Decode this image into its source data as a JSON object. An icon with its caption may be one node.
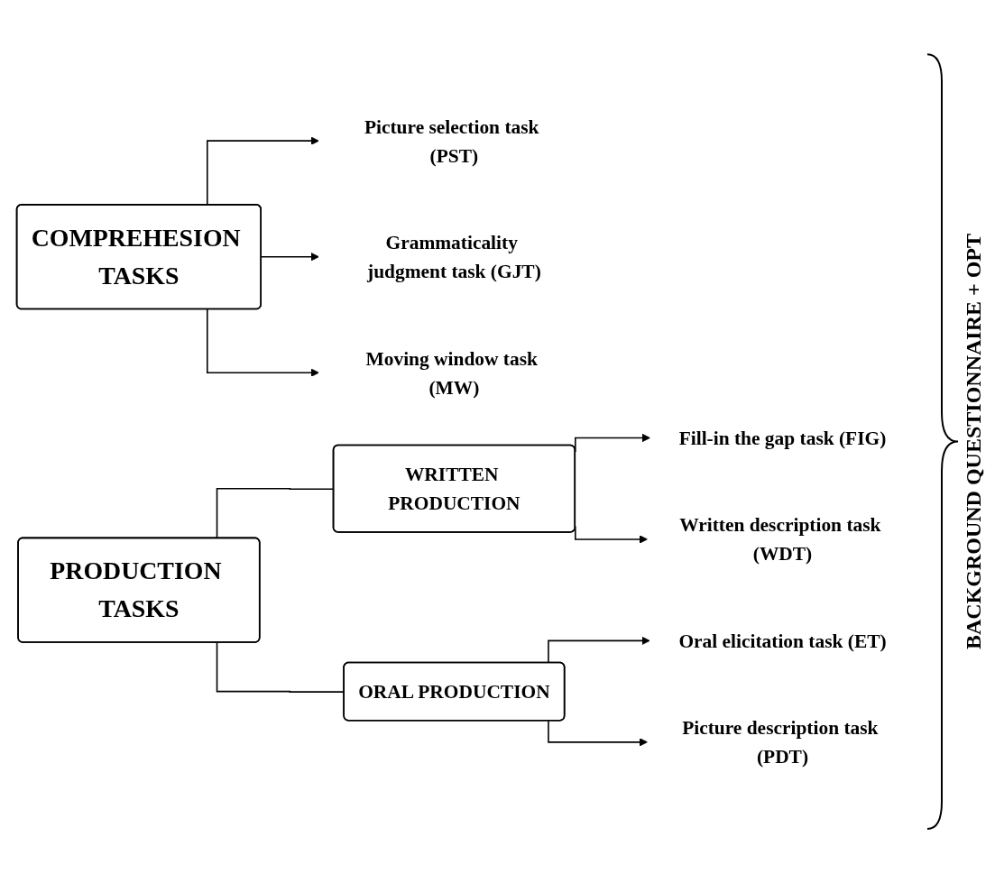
{
  "diagram": {
    "nodes": [
      {
        "text": [
          "COMPREHESION TASKS"
        ]
      },
      {
        "text": [
          "Picture selection task (PST)"
        ]
      },
      {
        "text": [
          "Grammaticality judgment task (GJT)"
        ]
      },
      {
        "text": [
          "Moving window task (MW)"
        ]
      },
      {
        "text": [
          "PRODUCTION TASKS"
        ]
      },
      {
        "text": [
          "WRITTEN PRODUCTION"
        ]
      },
      {
        "text": [
          "Fill-in the gap task (FIG)"
        ]
      },
      {
        "text": [
          "Written description task (WDT)"
        ]
      },
      {
        "text": [
          "ORAL PRODUCTION"
        ]
      },
      {
        "text": [
          "Oral elicitation task (ET)"
        ]
      },
      {
        "text": [
          "Picture description task (PDT)"
        ]
      }
    ],
    "edges": [
      {
        "from": 0,
        "to": 1,
        "arrow": "to"
      },
      {
        "from": 0,
        "to": 2,
        "arrow": "to"
      },
      {
        "from": 0,
        "to": 3,
        "arrow": "to"
      },
      {
        "from": 4,
        "to": 5,
        "arrow": "none"
      },
      {
        "from": 4,
        "to": 8,
        "arrow": "none"
      },
      {
        "from": 5,
        "to": 6,
        "arrow": "to"
      },
      {
        "from": 5,
        "to": 7,
        "arrow": "to"
      },
      {
        "from": 8,
        "to": 9,
        "arrow": "to"
      },
      {
        "from": 8,
        "to": 10,
        "arrow": "to"
      }
    ],
    "labels": [
      "BACKGROUND QUESTIONNAIRE + OPT"
    ]
  }
}
